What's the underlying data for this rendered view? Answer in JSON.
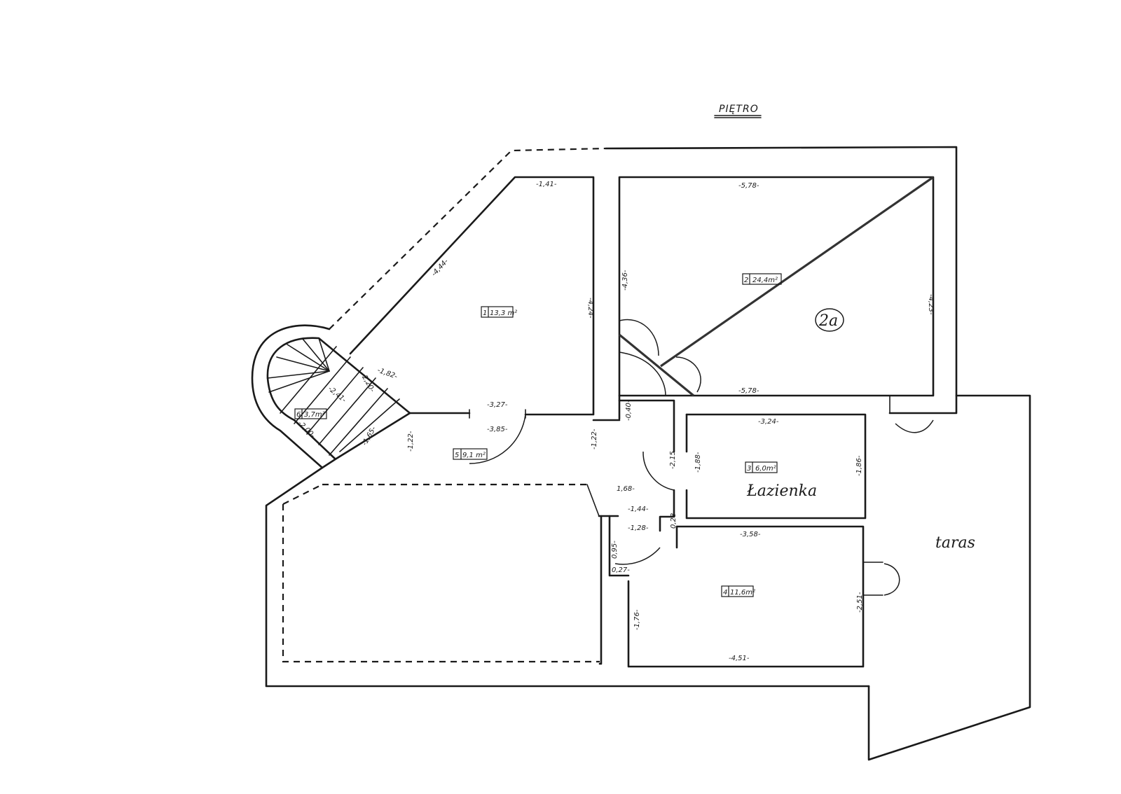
{
  "title": "PIĘTRO",
  "rooms": [
    {
      "num": "1",
      "area": "13,3 m²"
    },
    {
      "num": "2",
      "area": "24,4m²"
    },
    {
      "num": "3",
      "area": "6,0m²"
    },
    {
      "num": "4",
      "area": "11,6m²"
    },
    {
      "num": "5",
      "area": "9,1 m²"
    },
    {
      "num": "6",
      "area": "3,7m²"
    }
  ],
  "labels": {
    "lazienka": "Łazienka",
    "taras": "taras",
    "room2a": "2a"
  },
  "dims": {
    "d_141": "-1,41-",
    "d_444": "-4,44-",
    "d_424": "-4,24-",
    "d_327": "-3,27-",
    "d_385": "-3,85-",
    "d_578_top": "-5,78-",
    "d_578_bot": "-5,78-",
    "d_436": "-4,36-",
    "d_423": "-4,23-",
    "d_182": "-1,82-",
    "d_220": "-2,20-",
    "d_241": "-2,41-",
    "d_200": "-2,00-",
    "d_165": "-1,65-",
    "d_122a": "-1,22-",
    "d_122b": "-1,22-",
    "d_040": "-0,40-",
    "d_215": "-2,15",
    "d_188": "-1,88-",
    "d_324": "-3,24-",
    "d_186": "-1,86-",
    "d_168": "1,68-",
    "d_144": "-1,44-",
    "d_128": "-1,28-",
    "d_028": "0,28",
    "d_358": "-3,58-",
    "d_095": "0,95-",
    "d_027": "0,27-",
    "d_176": "-1,76-",
    "d_251": "-2,51-",
    "d_451": "-4,51-"
  }
}
